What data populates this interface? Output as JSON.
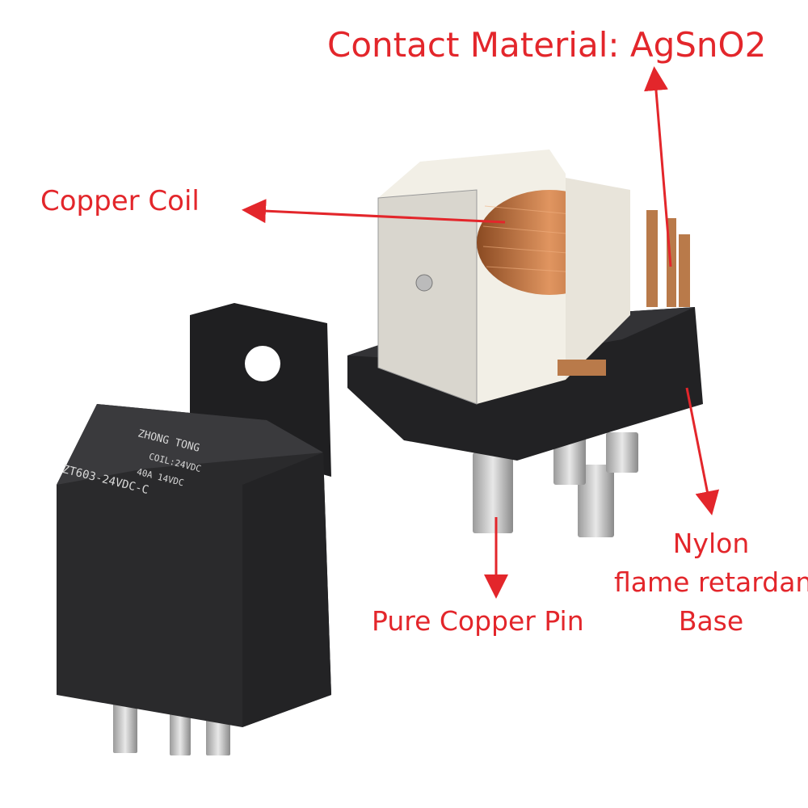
{
  "labels": {
    "contact_material": "Contact Material: AgSnO2",
    "copper_coil": "Copper Coil",
    "nylon_base": [
      "Nylon",
      "flame retardant",
      "Base"
    ],
    "copper_pin": "Pure Copper Pin"
  },
  "relay_markings": {
    "brand": "ZHONG TONG",
    "coil": "COIL:24VDC",
    "rating": "40A 14VDC",
    "model": "ZT603-24VDC-C"
  },
  "colors": {
    "annotation": "#e3262b",
    "relay_body": "#2a2a2c",
    "coil": "#c0703a"
  }
}
